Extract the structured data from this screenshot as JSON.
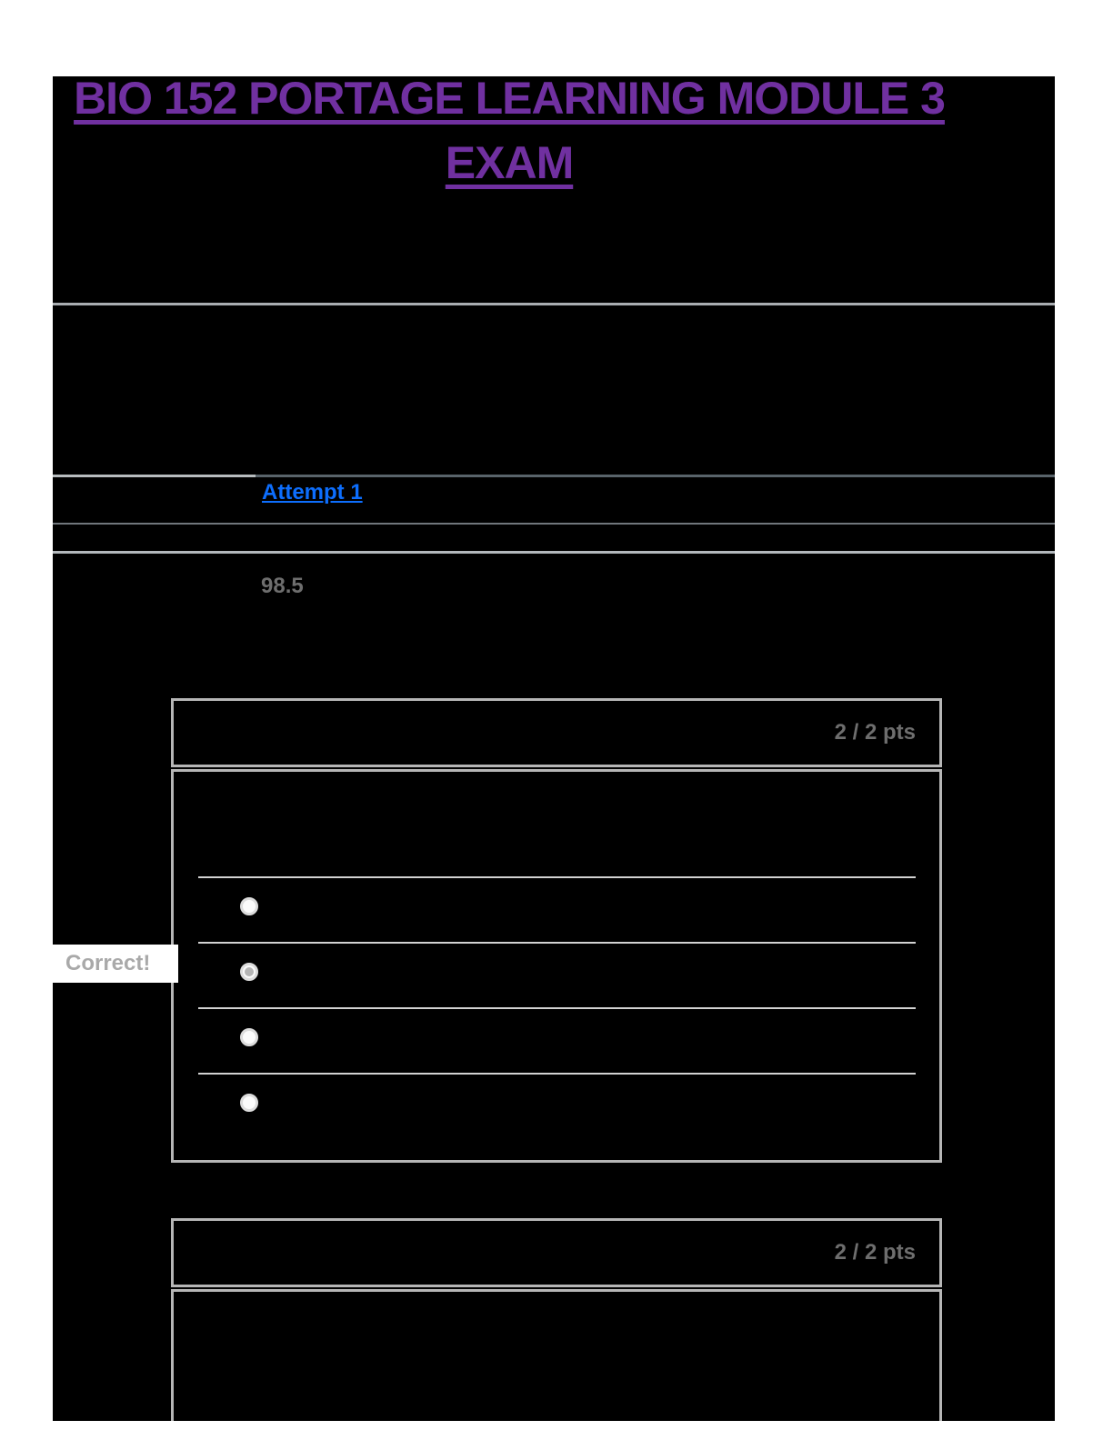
{
  "page": {
    "background_color": "#ffffff",
    "content_background_color": "#000000"
  },
  "title": {
    "line1": "BIO 152 PORTAGE LEARNING MODULE 3",
    "line2": "EXAM",
    "color": "#7030a0"
  },
  "attempts": {
    "attempt_link_label": "Attempt 1",
    "link_color": "#0d6efd"
  },
  "score": {
    "value": "98.5",
    "color": "#6e6e6e"
  },
  "questions": [
    {
      "points": "2 / 2 pts",
      "correct_label": "Correct!",
      "options": [
        {
          "selected": false
        },
        {
          "selected": true
        },
        {
          "selected": false
        },
        {
          "selected": false
        }
      ]
    },
    {
      "points": "2 / 2 pts"
    }
  ]
}
